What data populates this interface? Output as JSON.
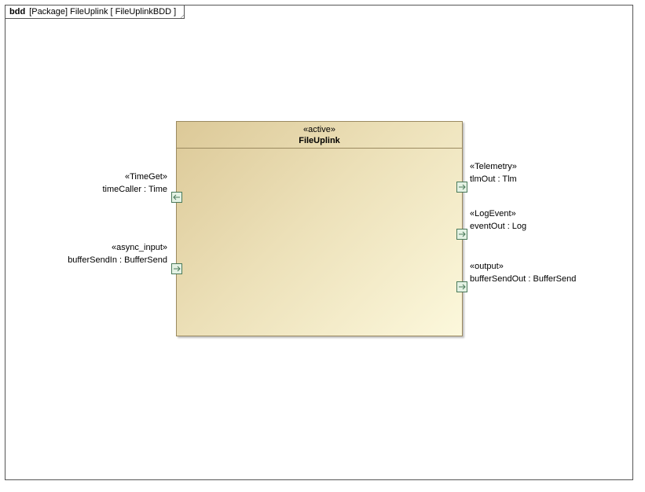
{
  "frame": {
    "kind": "bdd",
    "header": "[Package]  FileUplink [  FileUplinkBDD ]"
  },
  "block": {
    "stereotype": "«active»",
    "name": "FileUplink"
  },
  "ports": {
    "time_caller": {
      "stereotype": "«TimeGet»",
      "label": "timeCaller : Time",
      "direction": "in"
    },
    "buffer_send_in": {
      "stereotype": "«async_input»",
      "label": "bufferSendIn : BufferSend",
      "direction": "in"
    },
    "tlm_out": {
      "stereotype": "«Telemetry»",
      "label": "tlmOut : Tlm",
      "direction": "out"
    },
    "event_out": {
      "stereotype": "«LogEvent»",
      "label": "eventOut : Log",
      "direction": "out"
    },
    "buffer_send_out": {
      "stereotype": "«output»",
      "label": "bufferSendOut : BufferSend",
      "direction": "out"
    }
  },
  "colors": {
    "block_gradient_start": "#dcc998",
    "block_gradient_end": "#fcf8dc",
    "port_fill": "#e4f2e4",
    "port_stroke": "#4a7a5a"
  }
}
